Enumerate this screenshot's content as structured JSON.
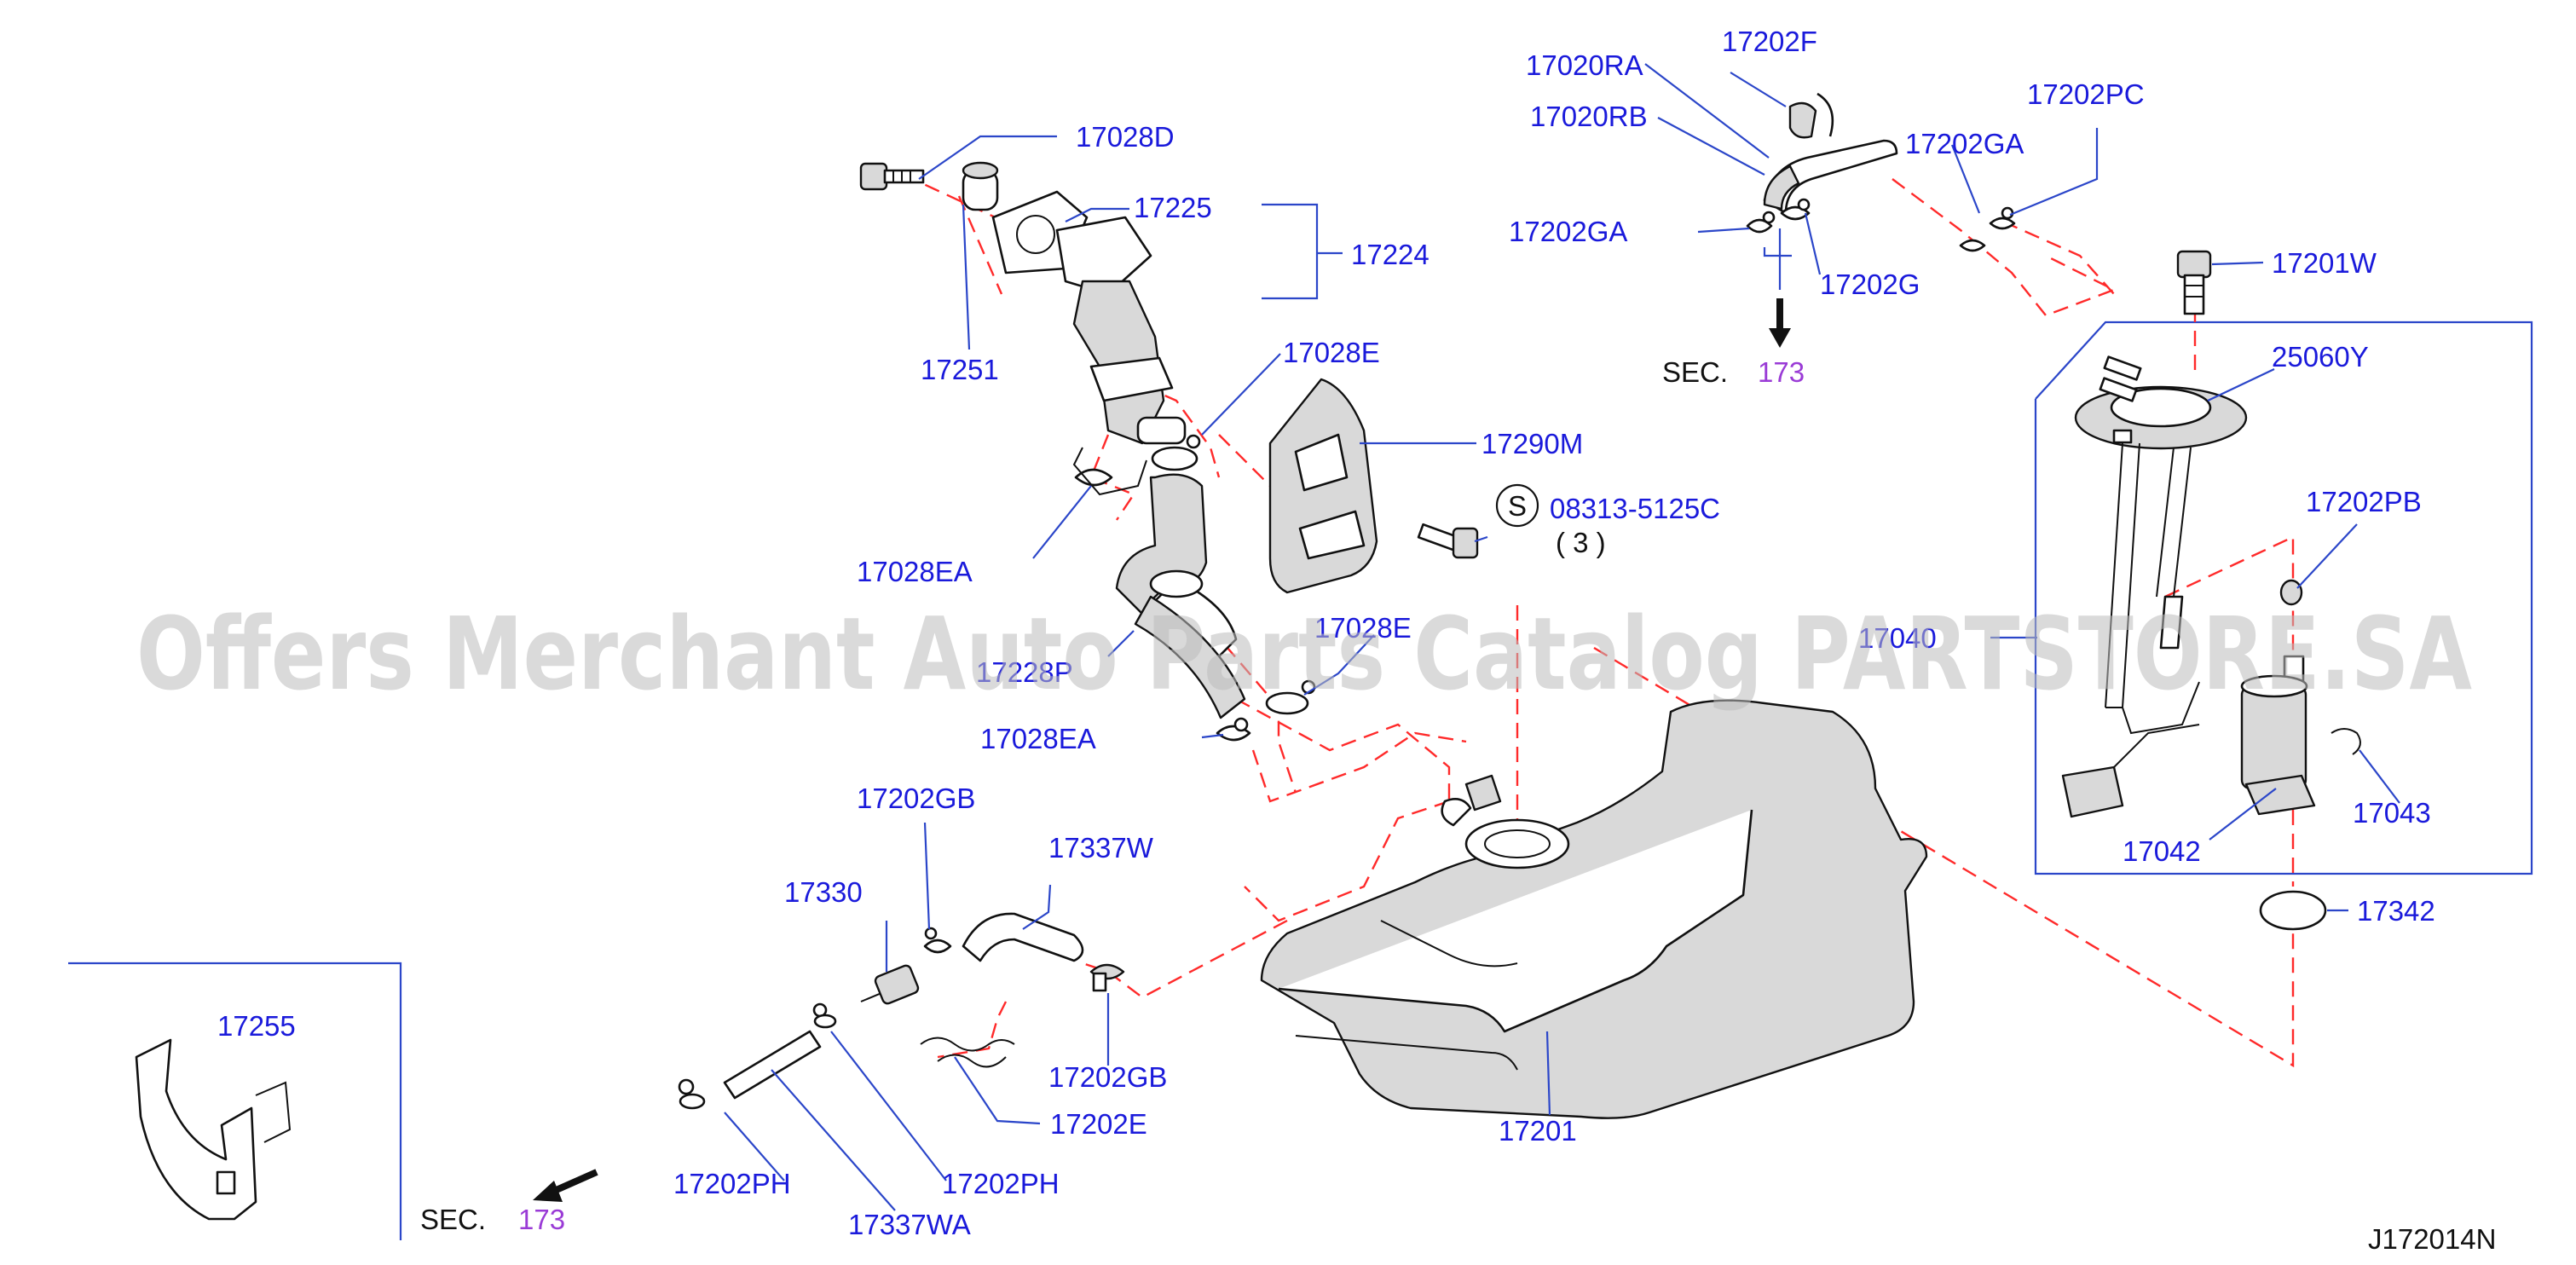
{
  "diagram": {
    "part_labels": [
      "17028D",
      "17225",
      "17224",
      "17251",
      "17028E",
      "17290M",
      "08313-5125C",
      "( 3 )",
      "17028EA",
      "17228P",
      "17028E",
      "17028EA",
      "17202GB",
      "17337W",
      "17330",
      "17202GB",
      "17202E",
      "17255",
      "17202PH",
      "17202PH",
      "17337WA",
      "17201",
      "17020RA",
      "17020RB",
      "17202F",
      "17202PC",
      "17202GA",
      "17202GA",
      "17202G",
      "17201W",
      "25060Y",
      "17202PB",
      "17040",
      "17043",
      "17042",
      "17342"
    ],
    "sec_refs": [
      {
        "prefix": "SEC.",
        "number": "173"
      },
      {
        "prefix": "SEC.",
        "number": "173"
      }
    ],
    "standard_part_symbol": "S",
    "diagram_code": "J172014N",
    "watermark": "Offers Merchant Auto Parts Catalog PARTSTORE.SA",
    "colors": {
      "label": "#1a1adb",
      "leader": "#2b46c9",
      "dashed_link": "#ff2a2a",
      "sec_number": "#9a3bd6",
      "watermark": "#bdbdbd"
    }
  }
}
